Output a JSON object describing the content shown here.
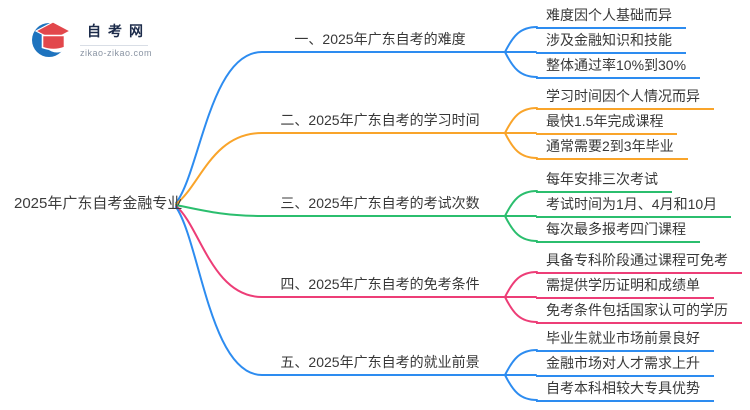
{
  "logo": {
    "site_name": "自考网",
    "site_domain": "zikao-zikao.com"
  },
  "central_topic": "2025年广东自考金融专业",
  "colors": {
    "blue": "#2D8CF0",
    "orange": "#F9A42A",
    "green": "#2BBE6E",
    "pink": "#ED3D77",
    "logo_navy": "#1C2B4A",
    "logo_blue": "#1E73BE",
    "logo_red": "#E2474B",
    "text": "#3A3A3A"
  },
  "branches": [
    {
      "label": "一、2025年广东自考的难度",
      "color": "#2D8CF0",
      "items": [
        "难度因个人基础而异",
        "涉及金融知识和技能",
        "整体通过率10%到30%"
      ]
    },
    {
      "label": "二、2025年广东自考的学习时间",
      "color": "#F9A42A",
      "items": [
        "学习时间因个人情况而异",
        "最快1.5年完成课程",
        "通常需要2到3年毕业"
      ]
    },
    {
      "label": "三、2025年广东自考的考试次数",
      "color": "#2BBE6E",
      "items": [
        "每年安排三次考试",
        "考试时间为1月、4月和10月",
        "每次最多报考四门课程"
      ]
    },
    {
      "label": "四、2025年广东自考的免考条件",
      "color": "#ED3D77",
      "items": [
        "具备专科阶段通过课程可免考",
        "需提供学历证明和成绩单",
        "免考条件包括国家认可的学历"
      ]
    },
    {
      "label": "五、2025年广东自考的就业前景",
      "color": "#2D8CF0",
      "items": [
        "毕业生就业市场前景良好",
        "金融市场对人才需求上升",
        "自考本科相较大专具优势"
      ]
    }
  ]
}
